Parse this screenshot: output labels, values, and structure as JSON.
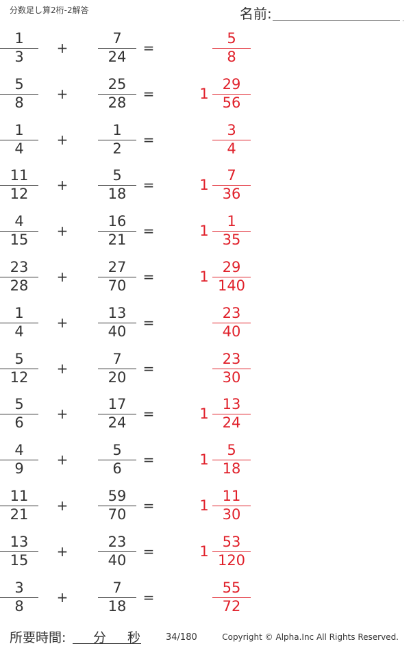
{
  "header": {
    "title": "分数足し算2桁-2解答",
    "name_label": "名前:",
    "name_dot": "."
  },
  "problems": [
    {
      "a_num": "1",
      "a_den": "3",
      "b_num": "7",
      "b_den": "24",
      "ans_whole": "",
      "ans_num": "5",
      "ans_den": "8"
    },
    {
      "a_num": "5",
      "a_den": "8",
      "b_num": "25",
      "b_den": "28",
      "ans_whole": "1",
      "ans_num": "29",
      "ans_den": "56"
    },
    {
      "a_num": "1",
      "a_den": "4",
      "b_num": "1",
      "b_den": "2",
      "ans_whole": "",
      "ans_num": "3",
      "ans_den": "4"
    },
    {
      "a_num": "11",
      "a_den": "12",
      "b_num": "5",
      "b_den": "18",
      "ans_whole": "1",
      "ans_num": "7",
      "ans_den": "36"
    },
    {
      "a_num": "4",
      "a_den": "15",
      "b_num": "16",
      "b_den": "21",
      "ans_whole": "1",
      "ans_num": "1",
      "ans_den": "35"
    },
    {
      "a_num": "23",
      "a_den": "28",
      "b_num": "27",
      "b_den": "70",
      "ans_whole": "1",
      "ans_num": "29",
      "ans_den": "140"
    },
    {
      "a_num": "1",
      "a_den": "4",
      "b_num": "13",
      "b_den": "40",
      "ans_whole": "",
      "ans_num": "23",
      "ans_den": "40"
    },
    {
      "a_num": "5",
      "a_den": "12",
      "b_num": "7",
      "b_den": "20",
      "ans_whole": "",
      "ans_num": "23",
      "ans_den": "30"
    },
    {
      "a_num": "5",
      "a_den": "6",
      "b_num": "17",
      "b_den": "24",
      "ans_whole": "1",
      "ans_num": "13",
      "ans_den": "24"
    },
    {
      "a_num": "4",
      "a_den": "9",
      "b_num": "5",
      "b_den": "6",
      "ans_whole": "1",
      "ans_num": "5",
      "ans_den": "18"
    },
    {
      "a_num": "11",
      "a_den": "21",
      "b_num": "59",
      "b_den": "70",
      "ans_whole": "1",
      "ans_num": "11",
      "ans_den": "30"
    },
    {
      "a_num": "13",
      "a_den": "15",
      "b_num": "23",
      "b_den": "40",
      "ans_whole": "1",
      "ans_num": "53",
      "ans_den": "120"
    },
    {
      "a_num": "3",
      "a_den": "8",
      "b_num": "7",
      "b_den": "18",
      "ans_whole": "",
      "ans_num": "55",
      "ans_den": "72"
    }
  ],
  "operators": {
    "plus": "+",
    "equals": "="
  },
  "footer": {
    "required_time_label": "所要時間:",
    "minutes_label": "分",
    "seconds_label": "秒",
    "page_number": "34/180",
    "copyright": "Copyright ©  Alpha.Inc All Rights Reserved."
  },
  "colors": {
    "answer": "#e0202a",
    "text": "#333333"
  }
}
